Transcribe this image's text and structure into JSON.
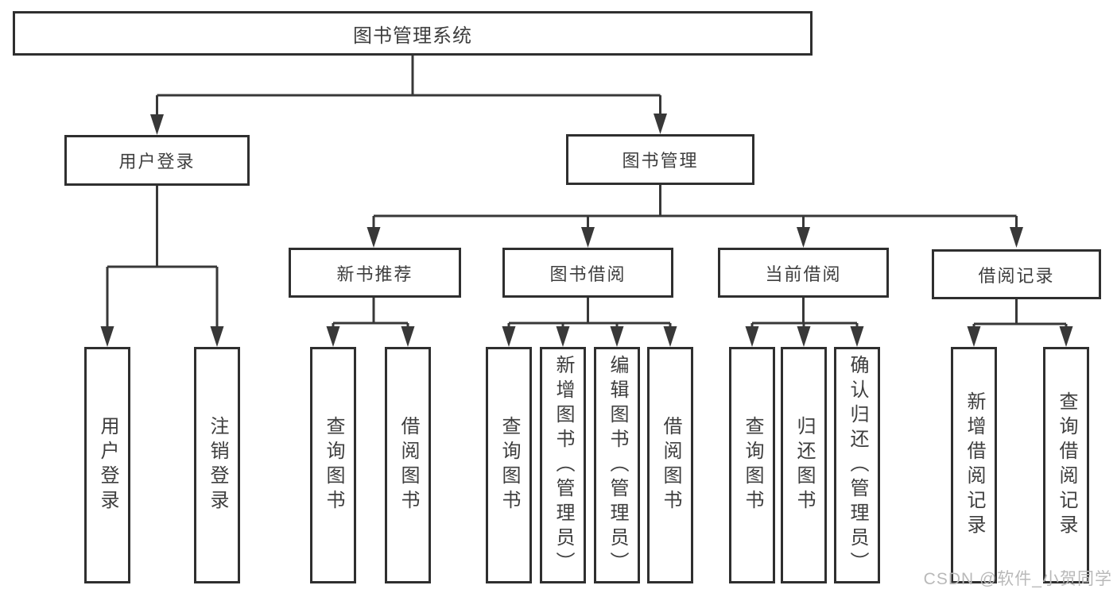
{
  "title": "图书管理系统",
  "level2": {
    "user_login": {
      "label": "用户登录",
      "children": [
        "用户登录",
        "注销登录"
      ]
    },
    "book_mgmt": {
      "label": "图书管理",
      "modules": [
        {
          "label": "新书推荐",
          "children": [
            "查询图书",
            "借阅图书"
          ]
        },
        {
          "label": "图书借阅",
          "children": [
            "查询图书",
            "新增图书（管理员）",
            "编辑图书（管理员）",
            "借阅图书"
          ]
        },
        {
          "label": "当前借阅",
          "children": [
            "查询图书",
            "归还图书",
            "确认归还（管理员）"
          ]
        },
        {
          "label": "借阅记录",
          "children": [
            "新增借阅记录",
            "查询借阅记录"
          ]
        }
      ]
    }
  },
  "watermark": "CSDN @软件_小贺同学",
  "colors": {
    "box_border": "#2f2f2f",
    "connector_line": "#383838",
    "text": "#3e3e3e",
    "watermark_text": "#b9b9b9",
    "background": "#ffffff"
  }
}
